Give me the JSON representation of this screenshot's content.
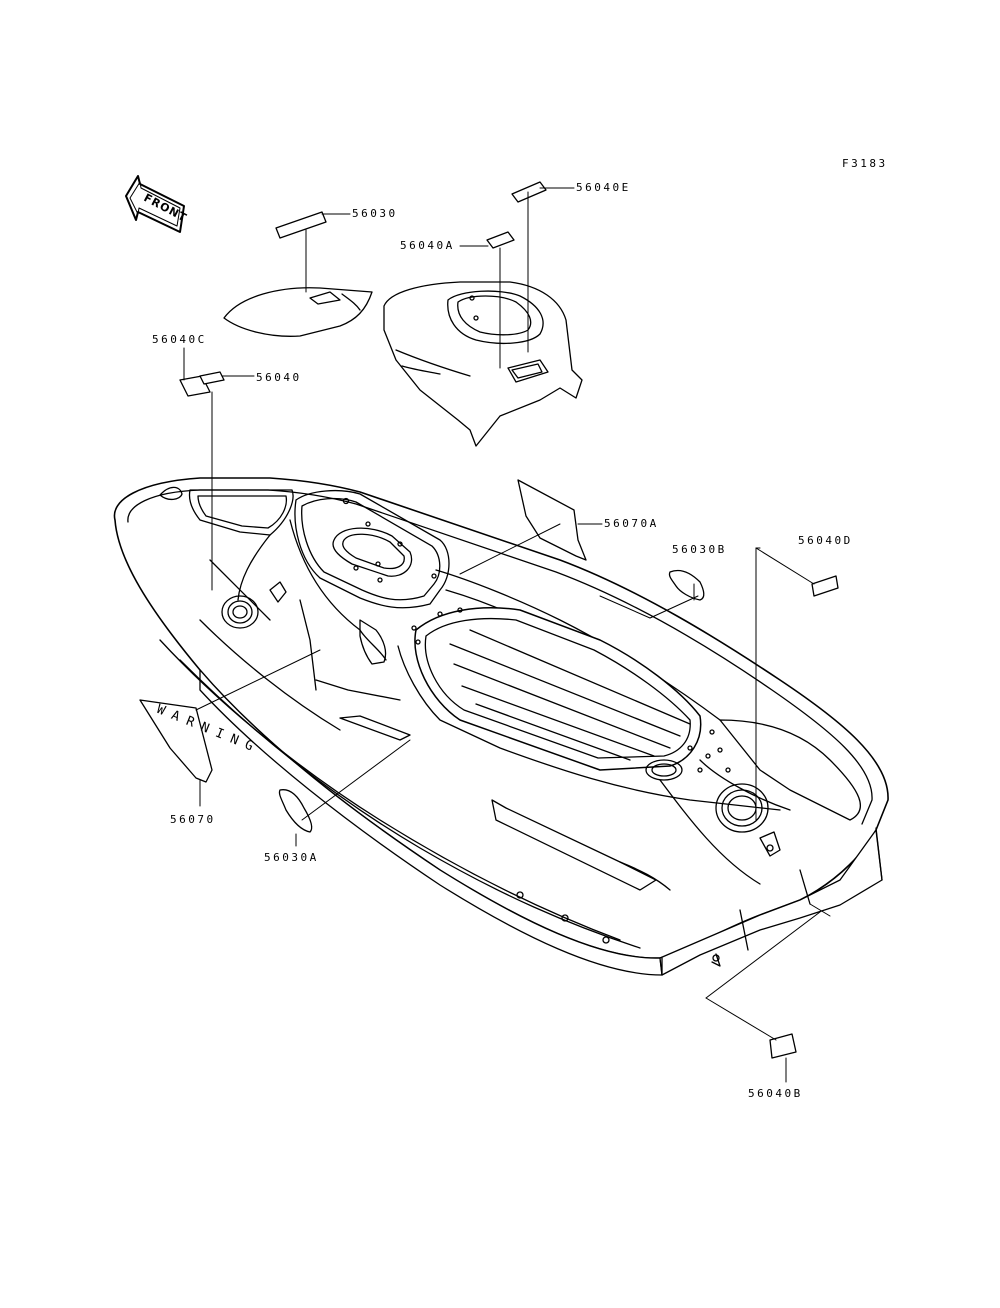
{
  "figure_code": "F3183",
  "front_arrow_label": "FRONT",
  "warning_text": "WARNING",
  "parts": {
    "p56030": "56030",
    "p56040E": "56040E",
    "p56040A": "56040A",
    "p56040C": "56040C",
    "p56040": "56040",
    "p56070A": "56070A",
    "p56030B": "56030B",
    "p56040D": "56040D",
    "p56070": "56070",
    "p56030A": "56030A",
    "p56040B": "56040B"
  }
}
